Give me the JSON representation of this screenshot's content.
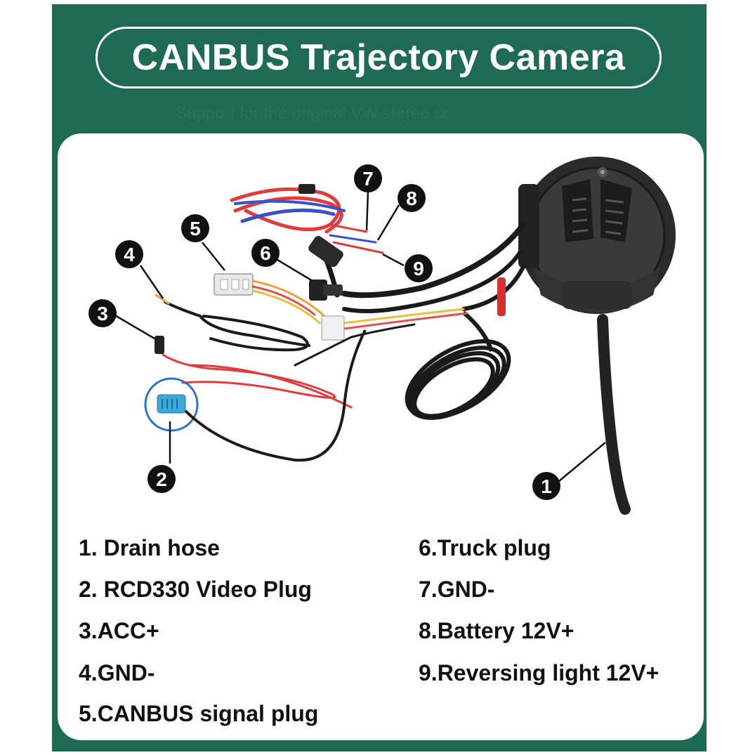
{
  "title": "CANBUS Trajectory Camera",
  "subtitle": "Support for the original VW stereo sc",
  "callouts": [
    "1",
    "2",
    "3",
    "4",
    "5",
    "6",
    "7",
    "8",
    "9"
  ],
  "legend": {
    "left": [
      "1. Drain hose",
      "2. RCD330 Video Plug",
      "3.ACC+",
      "4.GND-",
      "5.CANBUS signal plug"
    ],
    "right": [
      "6.Truck plug",
      "7.GND-",
      "8.Battery 12V+",
      "9.Reversing light 12V+"
    ]
  },
  "colors": {
    "frame": "#1e6a52",
    "wire_red": "#e03c3c",
    "wire_blue": "#3850c8",
    "wire_yellow": "#e8c040",
    "connector_blue": "#3aa8d8",
    "camera_body": "#2a2a2a"
  }
}
